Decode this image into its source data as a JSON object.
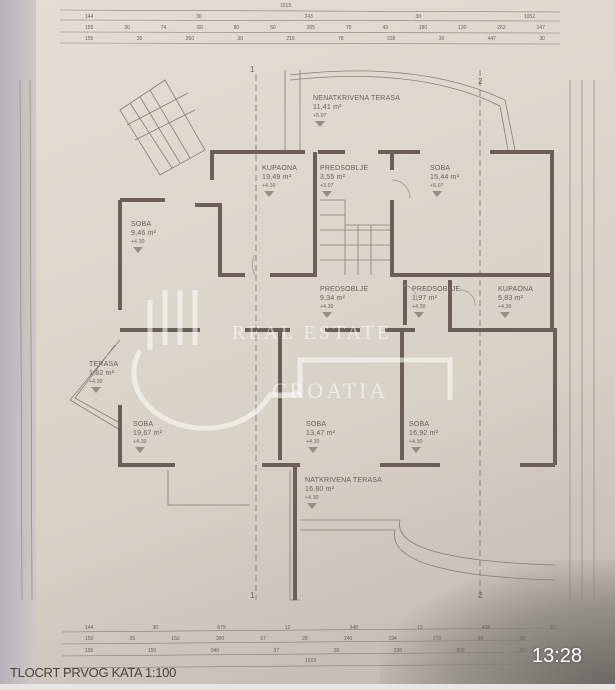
{
  "plan": {
    "title": "TLOCRT PRVOG KATA 1:100",
    "rooms": [
      {
        "name": "NENATKRIVENA TERASA",
        "area": "11,41 m²",
        "elev": "+5.07"
      },
      {
        "name": "KUPAONA",
        "area": "19,49 m²",
        "elev": "+4.30"
      },
      {
        "name": "PREDSOBLJE",
        "area": "3,55 m²",
        "elev": "+3.07"
      },
      {
        "name": "SOBA",
        "area": "15,44 m²",
        "elev": "+5.07"
      },
      {
        "name": "SOBA",
        "area": "9,46 m²",
        "elev": "+4.30"
      },
      {
        "name": "PREDSOBLJE",
        "area": "9,34 m²",
        "elev": "+4.30"
      },
      {
        "name": "PREDSOBLJE",
        "area": "1,97 m²",
        "elev": "+4.30"
      },
      {
        "name": "KUPAONA",
        "area": "5,83 m²",
        "elev": "+4.30"
      },
      {
        "name": "TERASA",
        "area": "1,82 m²",
        "elev": "+4.30"
      },
      {
        "name": "SOBA",
        "area": "19,67 m²",
        "elev": "+4.30"
      },
      {
        "name": "SOBA",
        "area": "13,47 m²",
        "elev": "+4.30"
      },
      {
        "name": "SOBA",
        "area": "16,92 m²",
        "elev": "+4.30"
      },
      {
        "name": "NATKRIVENA TERASA",
        "area": "16,80 m²",
        "elev": "+4.30"
      }
    ],
    "section_marks": [
      "1",
      "2",
      "1",
      "2"
    ],
    "dims_top": [
      [
        "1519"
      ],
      [
        "144",
        "30",
        "243",
        "30",
        "1052"
      ],
      [
        "155",
        "30",
        "74",
        "60",
        "80",
        "50",
        "205",
        "70",
        "43",
        "180",
        "130",
        "262",
        "147"
      ],
      [
        "155",
        "30",
        "260",
        "30",
        "215",
        "78",
        "238",
        "30",
        "447",
        "30"
      ]
    ],
    "dims_bottom": [
      [
        "144",
        "30",
        "679",
        "12",
        "348",
        "12",
        "438",
        "30"
      ],
      [
        "150",
        "25",
        "150",
        "300",
        "67",
        "28",
        "240",
        "194",
        "270",
        "60",
        "30"
      ],
      [
        "155",
        "150",
        "340",
        "37",
        "28",
        "228",
        "556",
        "30"
      ],
      [
        "1519"
      ]
    ]
  },
  "watermark": {
    "line1": "REAL ESTATE",
    "line2": "CROATIA"
  },
  "status": {
    "time": "13:28"
  }
}
